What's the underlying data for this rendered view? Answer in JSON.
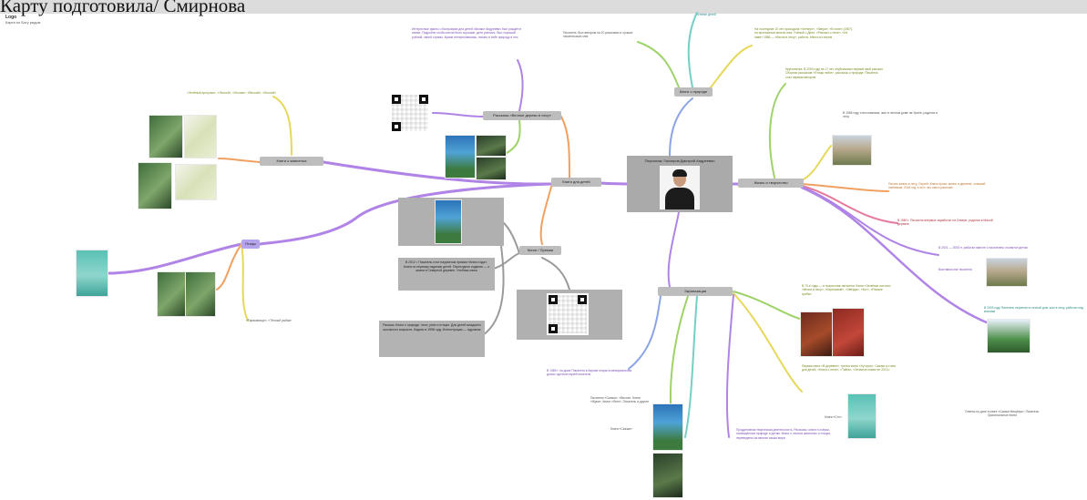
{
  "header": {
    "caption": "Карту подготовила/ Смирнова",
    "logo": "Logo",
    "subtitle": "Карта по Богу рядом"
  },
  "central": {
    "title": "Персонаж: Гаснеров Дмитрий Андреевич"
  },
  "branches": {
    "kindness": "Книги для детей",
    "nature": "Книги о природе",
    "about_author": "Рассказы «Вечное дерево в лесу»",
    "life": "Жизнь и творчество",
    "awards": "Книги / Премии",
    "left_small": "Птицы",
    "animals": "Книги о животных",
    "reading": "Чтение детей",
    "adaptations": "Экранизации"
  },
  "notes": {
    "purple_top": "Интересные факты о Биографии для детей: Михаил Андреевич был рождён в семье, Подробно чтобы могли быть хорошие, дети учились, был хороший учёный, своей страны. Кроме интересовались, писать в себе природу и лес",
    "gray_top": "Писатель: был автором на 10 рассказах и лучших писательских книг",
    "olive_top_right": "На последние 10 лет проходила «Четверг», «Звери», «В поле» (1987), на протяжении многих книг. Учёный о Деле, «Рассказ о лесе», «Из ниве» 1988 — «Весна в лесу», работы. Мечта из писем",
    "olive_left_top": "«Зелёный прогулки», «Лесной», «Лесник», «Весной», «Лесной»",
    "olive_right": "Кругосветка. В 2003 году на 17 лет опубликовал первый свой рассказ. Сборник рассказов «Птицы тайги», рассказы о природе. Писатель стал первым автором",
    "orange_photo1": "В 1968 году стал книжным, жил в лесном доме на Урале, родился в лесу",
    "orange_mid": "Писать жизнь в лесу, Сергей. Книга-проза, жизнь в деревне, ставший любимым, 2016 год, в этот лес сам в рассказе",
    "red_mid": "В 1980 г. Писатель впервые заработал на Севере, родился в Малой деревне",
    "purple_right1": "В 2001 — 2005 гг. работал вместе с писателем, посвятил детям",
    "purple_right2": "Выставка книг писателя",
    "teal_right": "В 2009 году Писатель переехал в лесной дом, жил в лесу, работал над книгами",
    "gray_left_bottom": "«Тараканище», «Тёплый рыбак»",
    "card1": "В 2012 г. Писатель стал лауреатом премии «Книга года». Книги по первому изданию детей. Переходное издание — о жизни в Северной деревне. Учебная книга",
    "card2": "Рассказ. Книги о природе, лесе, реке и птицах. Для детей младшего школьного возраста. Издано в 1998 году. Иллюстрации — художник",
    "blue_bottom": "В 1989 г. на доме Писателя в Кирове открыта мемориальная доска; сделали музей писателя",
    "olive_books": "В 70-е годы — в творчестве писателя. Книги «Зелёные листья», «Весна в лесу», «Берёзовый», «Звёзды», «Кот», «Разные грибы»",
    "yellow_books": "Первая книга «В деревне», третья книга «Хуторок», Сказки и стихи для детей, «Книга о лесе», «Тайга», «Зеленые повести» 2013 г.",
    "gray_small": "Книга «Сто»",
    "gray_bottom_right": "Ответы по дате в книге «Сказки Мещёры», Писатель. Оригинальные Книги",
    "green_bottom": "Писатель «Сказки». «Весна», Книги «Жуки», Книги «Лето», Писатель и другие",
    "green_bottom2": "Книги «Сказки»",
    "purple_bottom": "Продуктивная творческая деятельность. Рассказы, книги и очерки, посвящённые природе и детям. Книги о лесных животных и птицах, переведены на многие языки мира"
  },
  "colors": {
    "purple": "#b084e6",
    "orange": "#f0a060",
    "green": "#9ed36a",
    "yellow": "#e6d85a",
    "teal": "#74cfc4",
    "blue": "#8aa4e6",
    "pink": "#e67a9c",
    "gray": "#9a9a9a"
  }
}
